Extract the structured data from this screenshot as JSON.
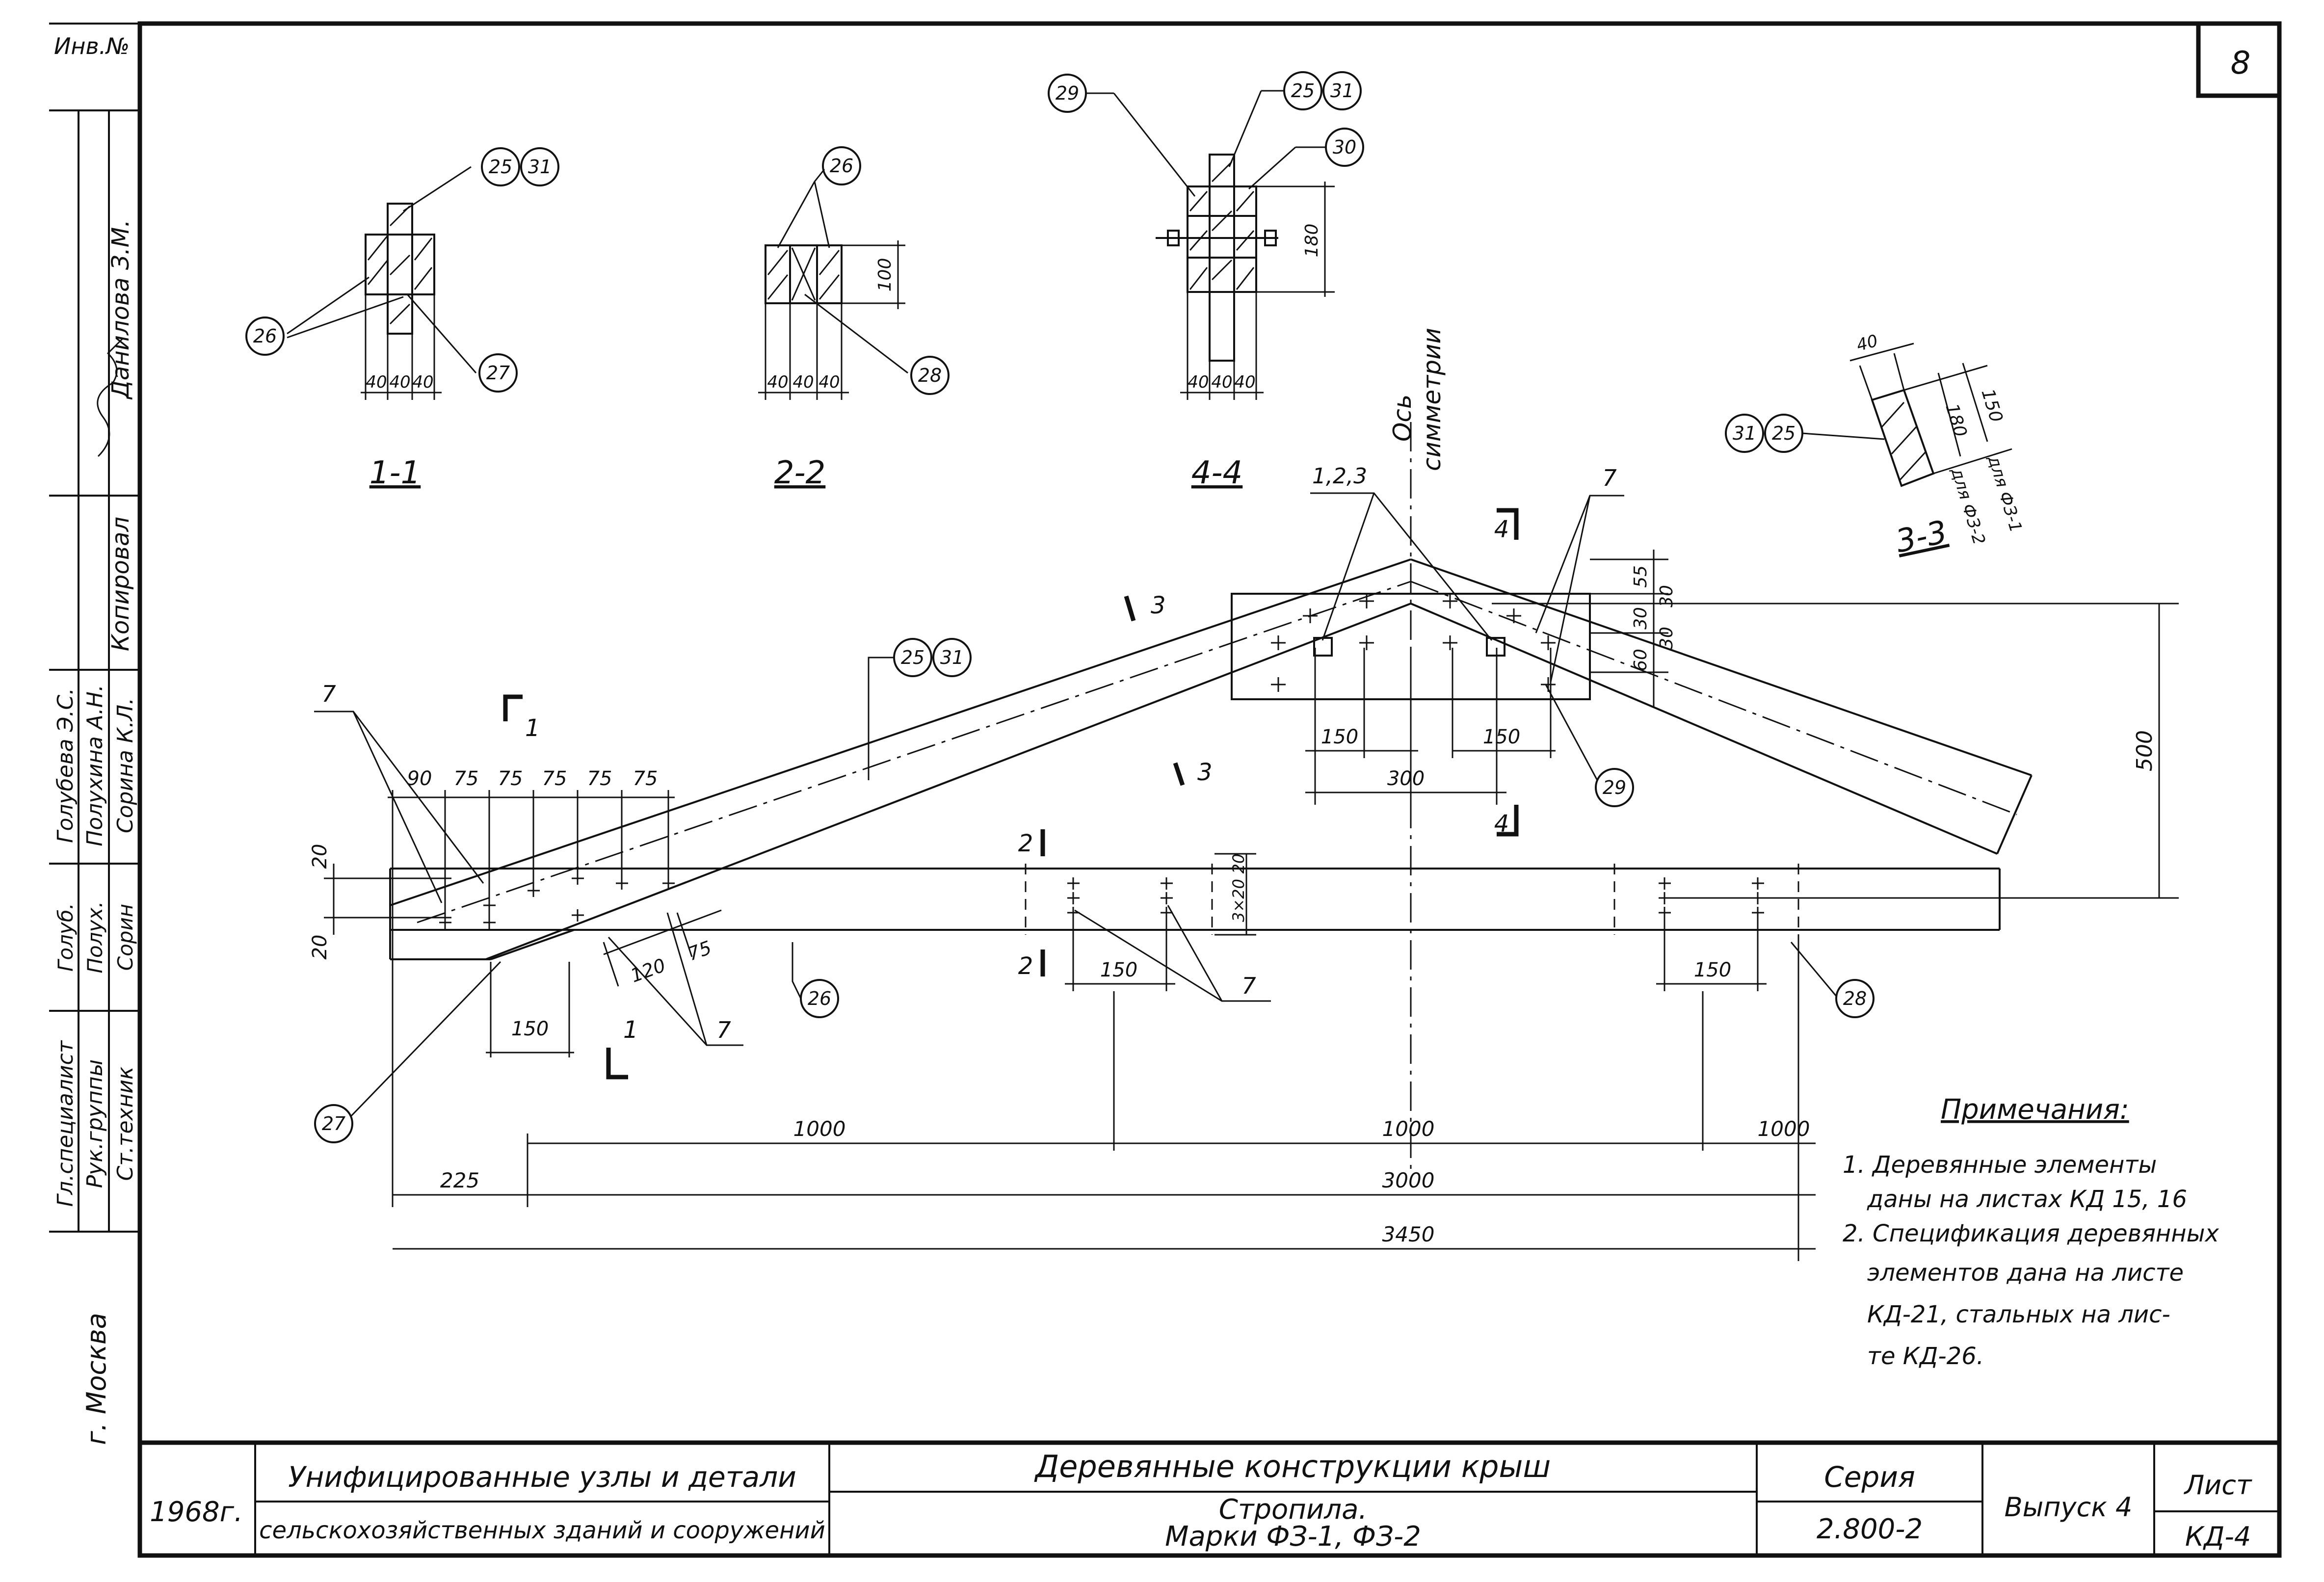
{
  "sheet_number": "8",
  "corner_label": "Инв.№",
  "axis_label_1": "Ось",
  "axis_label_2": "симметрии",
  "sections": {
    "s11": {
      "title": "1-1",
      "dims": [
        "40",
        "40",
        "40"
      ],
      "callouts": [
        "25",
        "31",
        "26",
        "27"
      ]
    },
    "s22": {
      "title": "2-2",
      "dims": [
        "40",
        "40",
        "40"
      ],
      "height": "100",
      "callouts": [
        "26",
        "28"
      ]
    },
    "s44": {
      "title": "4-4",
      "dims": [
        "40",
        "40",
        "40"
      ],
      "height": "180",
      "callouts": [
        "29",
        "25",
        "31",
        "30"
      ]
    },
    "s33": {
      "title": "3-3",
      "dims": [
        "40",
        "150",
        "180"
      ],
      "labels": [
        "для ФЗ-1",
        "для ФЗ-2"
      ],
      "callouts": [
        "31",
        "25"
      ]
    }
  },
  "elevation": {
    "top_dims": [
      "90",
      "75",
      "75",
      "75",
      "75",
      "75"
    ],
    "left_dims": [
      "20",
      "20"
    ],
    "right_dims": [
      "55",
      "30",
      "30",
      "30",
      "60"
    ],
    "height_500": "500",
    "center_dims": [
      "150",
      "150",
      "300"
    ],
    "bolt_dims": [
      "20",
      "3×20",
      "20"
    ],
    "left_bottom_dims": [
      "120",
      "75",
      "150"
    ],
    "span_dims": [
      "150",
      "150"
    ],
    "section_marks": [
      "1",
      "1",
      "2",
      "2",
      "3",
      "3",
      "4",
      "4"
    ],
    "callouts": [
      "25",
      "31",
      "29",
      "26",
      "28",
      "27"
    ],
    "part_marks": [
      "7",
      "7",
      "7",
      "7",
      "1,2,3"
    ],
    "bottom_dims": [
      "1000",
      "1000",
      "1000",
      "225",
      "3000",
      "3450"
    ]
  },
  "notes": {
    "title": "Примечания:",
    "lines": [
      "1. Деревянные элементы",
      "даны на листах КД 15, 16",
      "2. Спецификация деревянных",
      "элементов дана на листе",
      "КД-21, стальных на лис-",
      "те КД-26."
    ]
  },
  "sidebar": {
    "roles": [
      "Гл.специалист",
      "Рук.группы",
      "Ст.техник"
    ],
    "names": [
      "Голубева Э.С.",
      "Полухина А.Н.",
      "Сорина К.Л."
    ],
    "signatures": [
      "Голуб.",
      "Полух.",
      "Сорин"
    ],
    "copied_label": "Копировал",
    "copied_name": "Данилова З.М.",
    "city": "г. Москва"
  },
  "title_block": {
    "year": "1968г.",
    "project_line1": "Унифицированные узлы и детали",
    "project_line2": "сельскохозяйственных зданий и сооружений",
    "drawing_title": "Деревянные конструкции крыш",
    "drawing_sub1": "Стропила.",
    "drawing_sub2": "Марки ФЗ-1, ФЗ-2",
    "series_label": "Серия",
    "series_value": "2.800-2",
    "issue": "Выпуск 4",
    "sheet_label": "Лист",
    "sheet_value": "КД-4"
  }
}
